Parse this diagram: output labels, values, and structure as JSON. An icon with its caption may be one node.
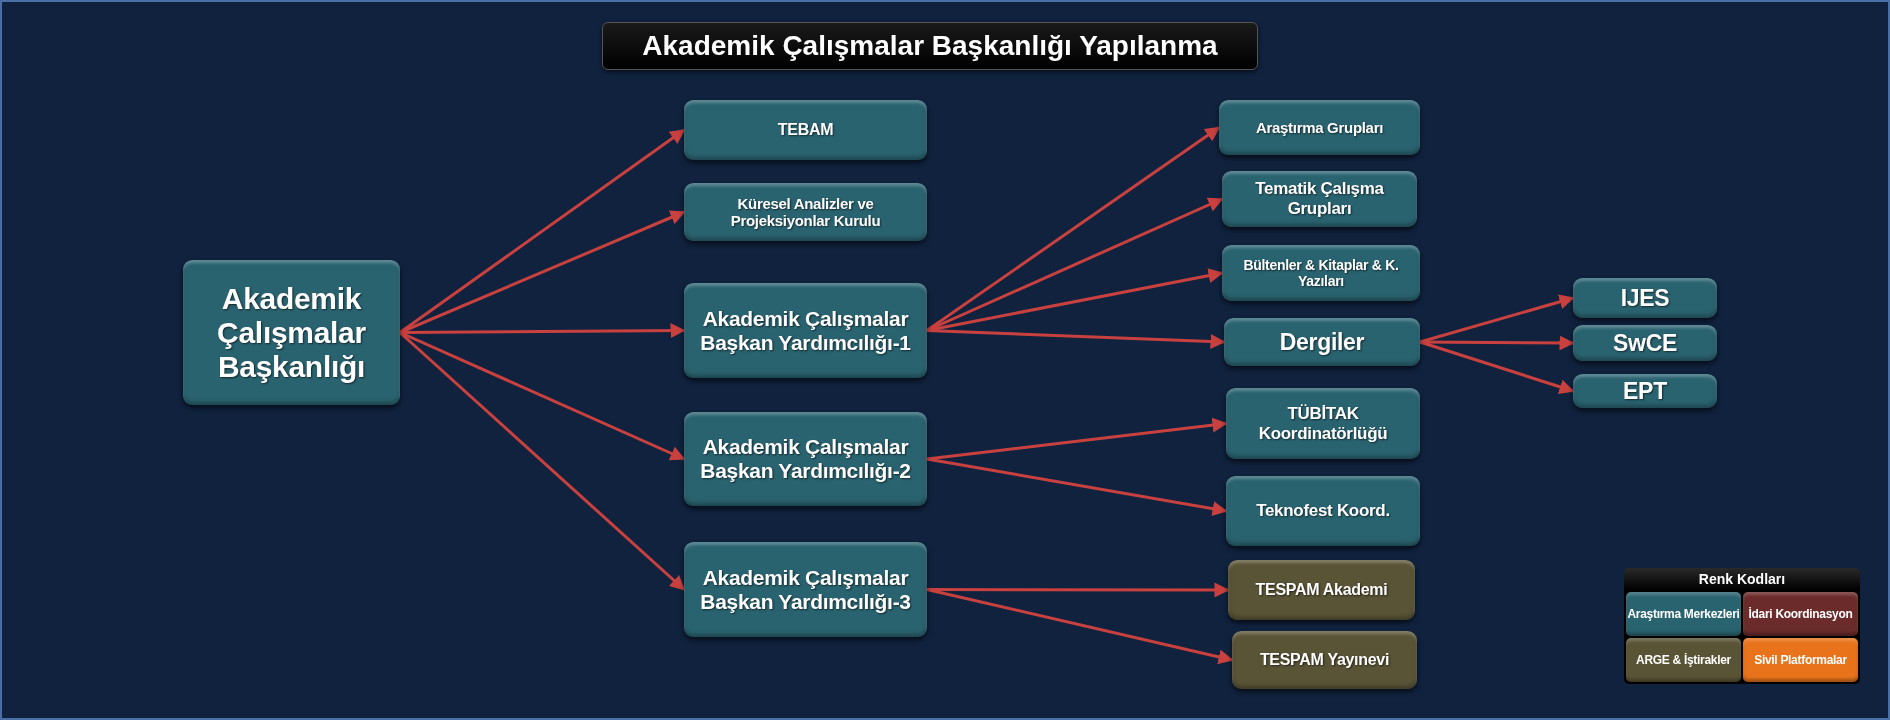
{
  "diagram": {
    "title": "Akademik Çalışmalar Başkanlığı Yapılanma",
    "nodes": [
      {
        "text": [
          "Akademik Çalışmalar Başkanlığı"
        ]
      },
      {
        "text": [
          "TEBAM"
        ]
      },
      {
        "text": [
          "Küresel Analizler ve Projeksiyonlar Kurulu"
        ]
      },
      {
        "text": [
          "Akademik Çalışmalar Başkan Yardımcılığı-1"
        ]
      },
      {
        "text": [
          "Akademik Çalışmalar Başkan Yardımcılığı-2"
        ]
      },
      {
        "text": [
          "Akademik Çalışmalar Başkan Yardımcılığı-3"
        ]
      },
      {
        "text": [
          "Araştırma Grupları"
        ]
      },
      {
        "text": [
          "Tematik Çalışma Grupları"
        ]
      },
      {
        "text": [
          "Bültenler & Kitaplar & K. Yazıları"
        ]
      },
      {
        "text": [
          "Dergiler"
        ]
      },
      {
        "text": [
          "TÜBİTAK Koordinatörlüğü"
        ]
      },
      {
        "text": [
          "Teknofest Koord."
        ]
      },
      {
        "text": [
          "TESPAM Akademi"
        ]
      },
      {
        "text": [
          "TESPAM Yayınevi"
        ]
      },
      {
        "text": [
          "IJES"
        ]
      },
      {
        "text": [
          "SwCE"
        ]
      },
      {
        "text": [
          "EPT"
        ]
      }
    ],
    "edges": [
      {
        "from": 0,
        "to": 1,
        "arrow": "to"
      },
      {
        "from": 0,
        "to": 2,
        "arrow": "to"
      },
      {
        "from": 0,
        "to": 3,
        "arrow": "to"
      },
      {
        "from": 0,
        "to": 4,
        "arrow": "to"
      },
      {
        "from": 0,
        "to": 5,
        "arrow": "to"
      },
      {
        "from": 3,
        "to": 6,
        "arrow": "to"
      },
      {
        "from": 3,
        "to": 7,
        "arrow": "to"
      },
      {
        "from": 3,
        "to": 8,
        "arrow": "to"
      },
      {
        "from": 3,
        "to": 9,
        "arrow": "to"
      },
      {
        "from": 9,
        "to": 14,
        "arrow": "to"
      },
      {
        "from": 9,
        "to": 15,
        "arrow": "to"
      },
      {
        "from": 9,
        "to": 16,
        "arrow": "to"
      },
      {
        "from": 4,
        "to": 10,
        "arrow": "to"
      },
      {
        "from": 4,
        "to": 11,
        "arrow": "to"
      },
      {
        "from": 5,
        "to": 12,
        "arrow": "to"
      },
      {
        "from": 5,
        "to": 13,
        "arrow": "to"
      }
    ],
    "labels": [
      "Renk Kodları"
    ],
    "legend": [
      {
        "text": "Araştırma Merkezleri",
        "color": "#2a6370"
      },
      {
        "text": "İdari Koordinasyon",
        "color": "#6b2b2b"
      },
      {
        "text": "ARGE & İştirakler",
        "color": "#5a5436"
      },
      {
        "text": "Sivil Platformalar",
        "color": "#e8731a"
      }
    ]
  }
}
